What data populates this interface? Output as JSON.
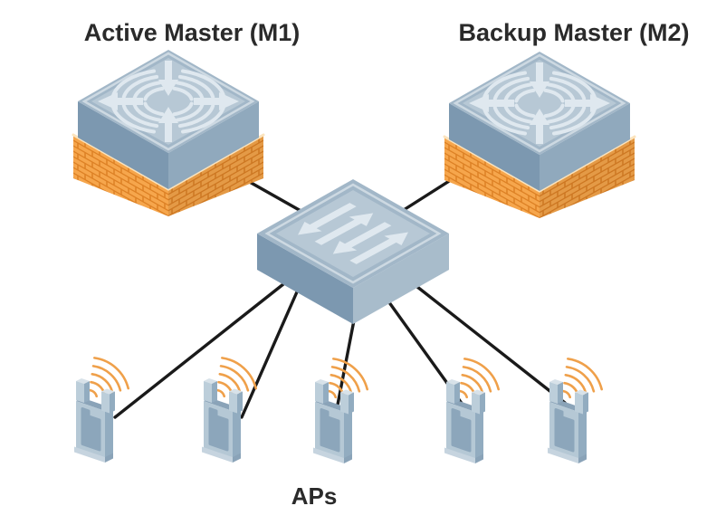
{
  "diagram": {
    "type": "network-topology",
    "nodes": {
      "active_master": {
        "label": "Active Master (M1)",
        "kind": "mobility-master-on-firewall"
      },
      "backup_master": {
        "label": "Backup Master (M2)",
        "kind": "mobility-master-on-firewall"
      },
      "core_switch": {
        "kind": "l2-switch"
      },
      "aps": {
        "label": "APs",
        "kind": "access-point",
        "count": 5
      }
    },
    "links": [
      {
        "from": "active_master",
        "to": "core_switch"
      },
      {
        "from": "backup_master",
        "to": "core_switch"
      },
      {
        "from": "core_switch",
        "to": "ap_1"
      },
      {
        "from": "core_switch",
        "to": "ap_2"
      },
      {
        "from": "core_switch",
        "to": "ap_3"
      },
      {
        "from": "core_switch",
        "to": "ap_4"
      },
      {
        "from": "core_switch",
        "to": "ap_5"
      }
    ],
    "colors": {
      "background": "#FFFFFF",
      "ink": "#1A1A1A",
      "text": "#2A2A2A",
      "brick": "#F6A64C",
      "brickMortar": "#DD8125",
      "brickLip": "#FBE4BE",
      "deviceTop": "#A2B7C8",
      "devicePanel": "#B7C8D5",
      "deviceRidge": "#CDD9E2",
      "wallDark": "#7C98B0",
      "wallLight": "#90A9BD",
      "wallLighter": "#A8BCCB",
      "glyph": "#DFE8EF",
      "apFront": "#B5C8D5",
      "apSide": "#92ACC0",
      "apPanel": "#8CA6BB",
      "apShadow": "#8AA3B8",
      "apFoot": "#C6D4DF",
      "apAntenna": "#BCCEDA",
      "apAntennaTop": "#D8E2E9",
      "waveOrange": "#EFA04A"
    }
  }
}
